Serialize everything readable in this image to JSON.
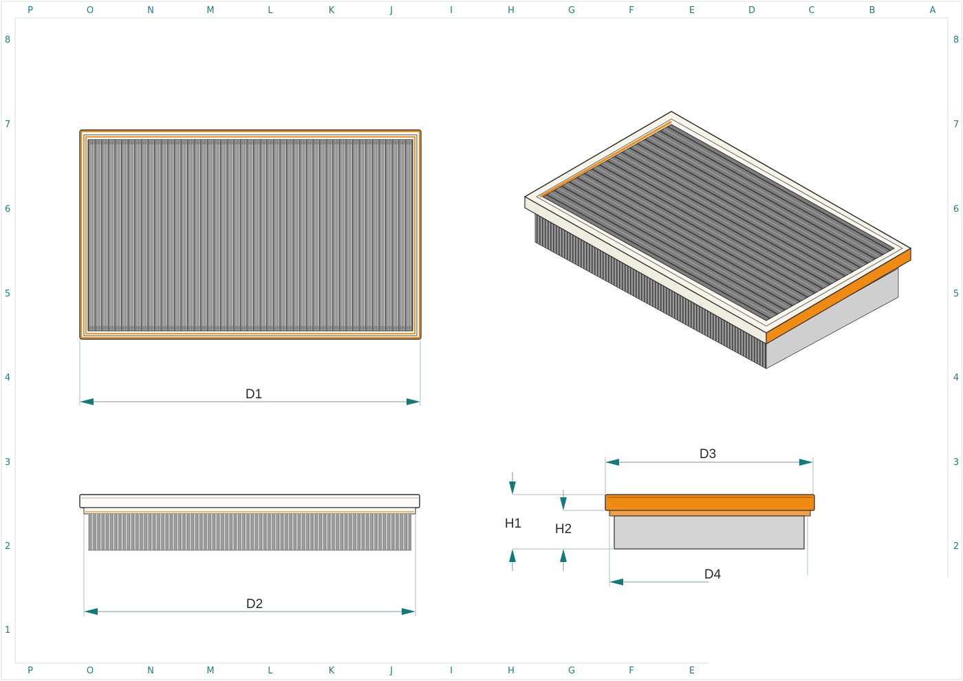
{
  "sheet": {
    "top_columns": [
      "P",
      "O",
      "N",
      "M",
      "L",
      "K",
      "J",
      "I",
      "H",
      "G",
      "F",
      "E",
      "D",
      "C",
      "B",
      "A"
    ],
    "bottom_columns": [
      "P",
      "O",
      "N",
      "M",
      "L",
      "K",
      "J",
      "I",
      "H",
      "G",
      "F",
      "E"
    ],
    "left_rows": [
      "8",
      "7",
      "6",
      "5",
      "4",
      "3",
      "2",
      "1"
    ],
    "right_rows": [
      "8",
      "7",
      "6",
      "5",
      "4",
      "3",
      "2"
    ]
  },
  "views": {
    "top": {
      "dimension": "D1"
    },
    "front": {
      "dimension": "D2"
    },
    "side": {
      "dimensions": [
        "D3",
        "D4",
        "H1",
        "H2"
      ]
    }
  },
  "colors": {
    "gasket": "#ef8a12",
    "pleat_dark": "#5a5a5a",
    "pleat_light": "#9a9a9a",
    "grid_text": "#1a7f7f",
    "arrow": "#127a7a"
  }
}
